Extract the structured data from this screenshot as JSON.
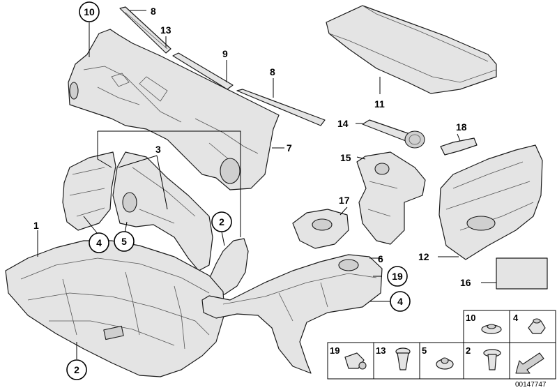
{
  "labels": {
    "l10": "10",
    "l8a": "8",
    "l13": "13",
    "l9": "9",
    "l8b": "8",
    "l11": "11",
    "l14": "14",
    "l18": "18",
    "l7": "7",
    "l3": "3",
    "l15": "15",
    "l17": "17",
    "l1": "1",
    "l2a": "2",
    "l4a": "4",
    "l5": "5",
    "l6": "6",
    "l19": "19",
    "l4b": "4",
    "l12": "12",
    "l16": "16",
    "l2b": "2"
  },
  "legend": {
    "cells": [
      {
        "label": "10"
      },
      {
        "label": "4"
      },
      {
        "label": "19"
      },
      {
        "label": "13"
      },
      {
        "label": "5"
      },
      {
        "label": "2"
      }
    ]
  },
  "code": "00147747"
}
